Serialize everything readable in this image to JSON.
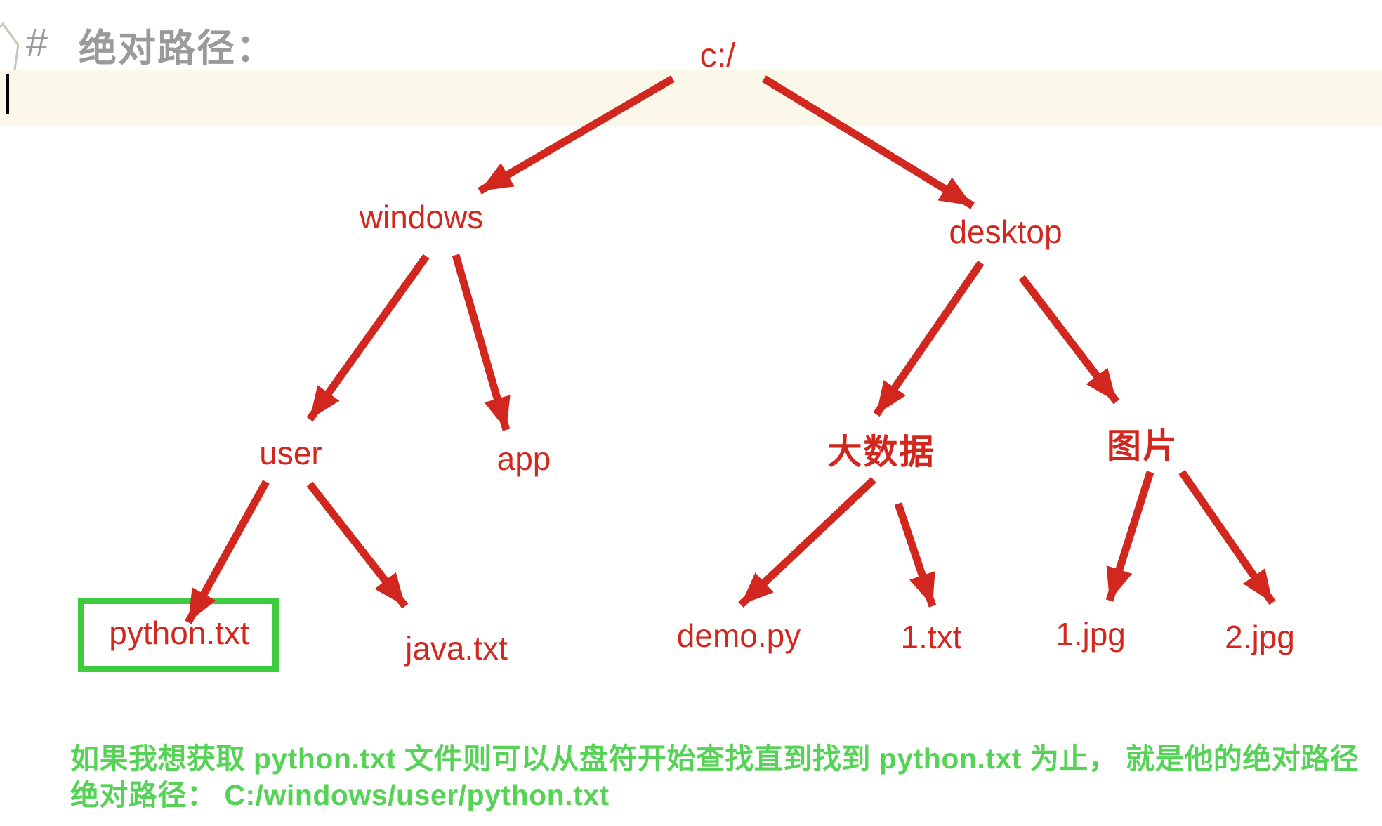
{
  "editor": {
    "heading_marker": "#",
    "heading_title": "绝对路径：",
    "cursor_visible": true
  },
  "diagram": {
    "nodes": [
      {
        "id": "root",
        "label": "c:/"
      },
      {
        "id": "windows",
        "label": "windows"
      },
      {
        "id": "desktop",
        "label": "desktop"
      },
      {
        "id": "user",
        "label": "user"
      },
      {
        "id": "app",
        "label": "app"
      },
      {
        "id": "bigdata",
        "label": "大数据"
      },
      {
        "id": "pictures",
        "label": "图片"
      },
      {
        "id": "python-txt",
        "label": "python.txt"
      },
      {
        "id": "java-txt",
        "label": "java.txt"
      },
      {
        "id": "demo-py",
        "label": "demo.py"
      },
      {
        "id": "one-txt",
        "label": "1.txt"
      },
      {
        "id": "one-jpg",
        "label": "1.jpg"
      },
      {
        "id": "two-jpg",
        "label": "2.jpg"
      }
    ],
    "edges": [
      [
        "c:/",
        "windows"
      ],
      [
        "c:/",
        "desktop"
      ],
      [
        "windows",
        "user"
      ],
      [
        "windows",
        "app"
      ],
      [
        "user",
        "python.txt"
      ],
      [
        "user",
        "java.txt"
      ],
      [
        "desktop",
        "大数据"
      ],
      [
        "desktop",
        "图片"
      ],
      [
        "大数据",
        "demo.py"
      ],
      [
        "大数据",
        "1.txt"
      ],
      [
        "图片",
        "1.jpg"
      ],
      [
        "图片",
        "2.jpg"
      ]
    ],
    "highlighted_node": "python.txt",
    "colors": {
      "tree_red": "#d2271f",
      "highlight_green": "#3ecb3e",
      "note_green": "#56d356",
      "heading_gray": "#9a9a9a",
      "active_line_cream": "#fbf8ea"
    }
  },
  "note": {
    "line1": "如果我想获取 python.txt 文件则可以从盘符开始查找直到找到 python.txt 为止， 就是他的绝对路径",
    "line2": "绝对路径： C:/windows/user/python.txt"
  }
}
